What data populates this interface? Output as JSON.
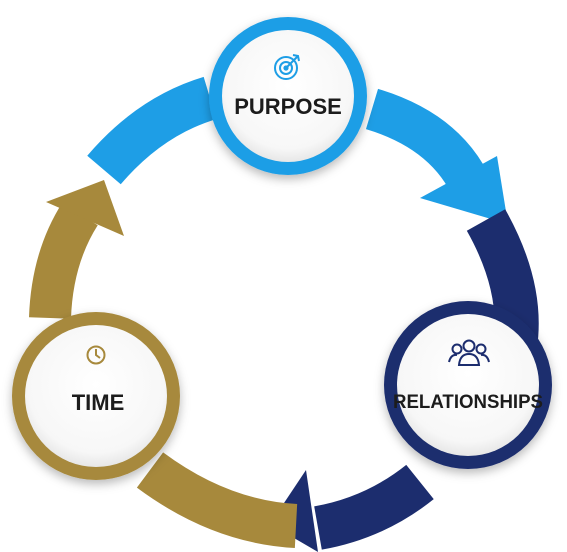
{
  "cycle": {
    "nodes": [
      {
        "id": "purpose",
        "label": "PURPOSE",
        "icon": "target-icon",
        "color": "#1e9ee6"
      },
      {
        "id": "relationships",
        "label": "RELATIONSHIPS",
        "icon": "people-icon",
        "color": "#1c2d6e"
      },
      {
        "id": "time",
        "label": "TIME",
        "icon": "clock-icon",
        "color": "#a7893c"
      }
    ],
    "arrows": [
      {
        "from": "purpose",
        "to": "relationships",
        "color": "#1e9ee6"
      },
      {
        "from": "relationships",
        "to": "time",
        "color": "#1c2d6e"
      },
      {
        "from": "time",
        "to": "purpose",
        "color": "#a7893c"
      }
    ]
  }
}
